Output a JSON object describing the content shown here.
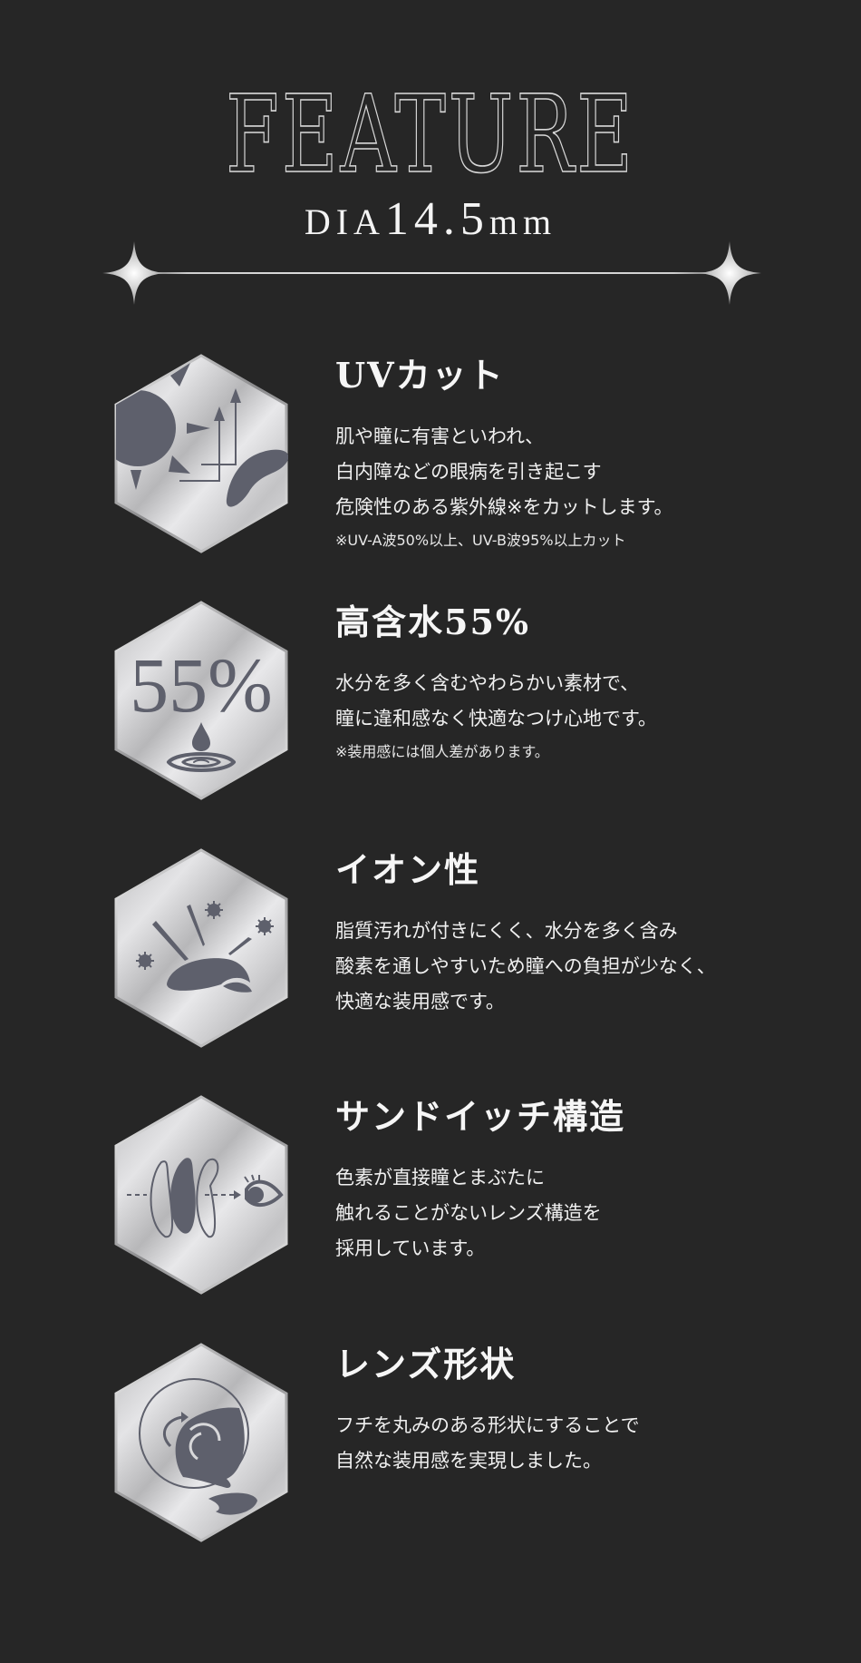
{
  "header": {
    "title": "FEATURE",
    "dia_label": "DIA",
    "dia_value": "14.5",
    "dia_unit": "mm"
  },
  "colors": {
    "background": "#262626",
    "text": "#f4f4f4",
    "icon_fill": "#5e606c",
    "hex_silver": "#cfcfd1"
  },
  "features": [
    {
      "icon": "uv-sun-icon",
      "title": "UVカット",
      "lines": [
        "肌や瞳に有害といわれ、",
        "白内障などの眼病を引き起こす",
        "危険性のある紫外線※をカットします。"
      ],
      "note": "※UV-A波50%以上、UV-B波95%以上カット"
    },
    {
      "icon": "water-drop-55-icon",
      "icon_text": "55%",
      "title": "高含水55%",
      "lines": [
        "水分を多く含むやわらかい素材で、",
        "瞳に違和感なく快適なつけ心地です。"
      ],
      "note": "※装用感には個人差があります。"
    },
    {
      "icon": "ionic-lens-icon",
      "title": "イオン性",
      "lines": [
        "脂質汚れが付きにくく、水分を多く含み",
        "酸素を通しやすいため瞳への負担が少なく、",
        "快適な装用感です。"
      ],
      "note": ""
    },
    {
      "icon": "sandwich-lens-eye-icon",
      "title": "サンドイッチ構造",
      "lines": [
        "色素が直接瞳とまぶたに",
        "触れることがないレンズ構造を",
        "採用しています。"
      ],
      "note": ""
    },
    {
      "icon": "lens-shape-icon",
      "title": "レンズ形状",
      "lines": [
        "フチを丸みのある形状にすることで",
        "自然な装用感を実現しました。"
      ],
      "note": ""
    }
  ]
}
